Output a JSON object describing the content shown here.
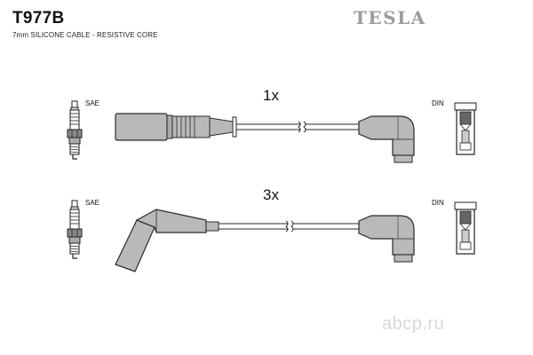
{
  "header": {
    "title": "T977B",
    "subtitle": "7mm SILICONE CABLE - RESISTIVE CORE",
    "brand": "TESLA"
  },
  "cables": [
    {
      "quantity": "1x",
      "left_connector_label": "SAE",
      "right_connector_label": "DIN"
    },
    {
      "quantity": "3x",
      "left_connector_label": "SAE",
      "right_connector_label": "DIN"
    }
  ],
  "watermark": "abcp.ru",
  "colors": {
    "boot_fill": "#b9b9b9",
    "outline": "#2a2a2a",
    "brand": "#9c9c9c"
  }
}
